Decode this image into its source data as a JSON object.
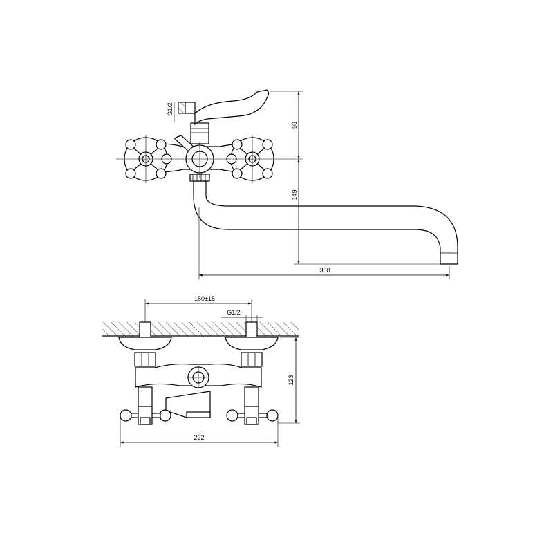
{
  "top_view": {
    "dim_height_upper": "93",
    "dim_height_lower": "149",
    "dim_spout_length": "350",
    "dim_thread": "G1/2"
  },
  "front_view": {
    "dim_center_distance": "150±15",
    "dim_thread": "G1/2",
    "dim_height": "123",
    "dim_width": "222"
  }
}
